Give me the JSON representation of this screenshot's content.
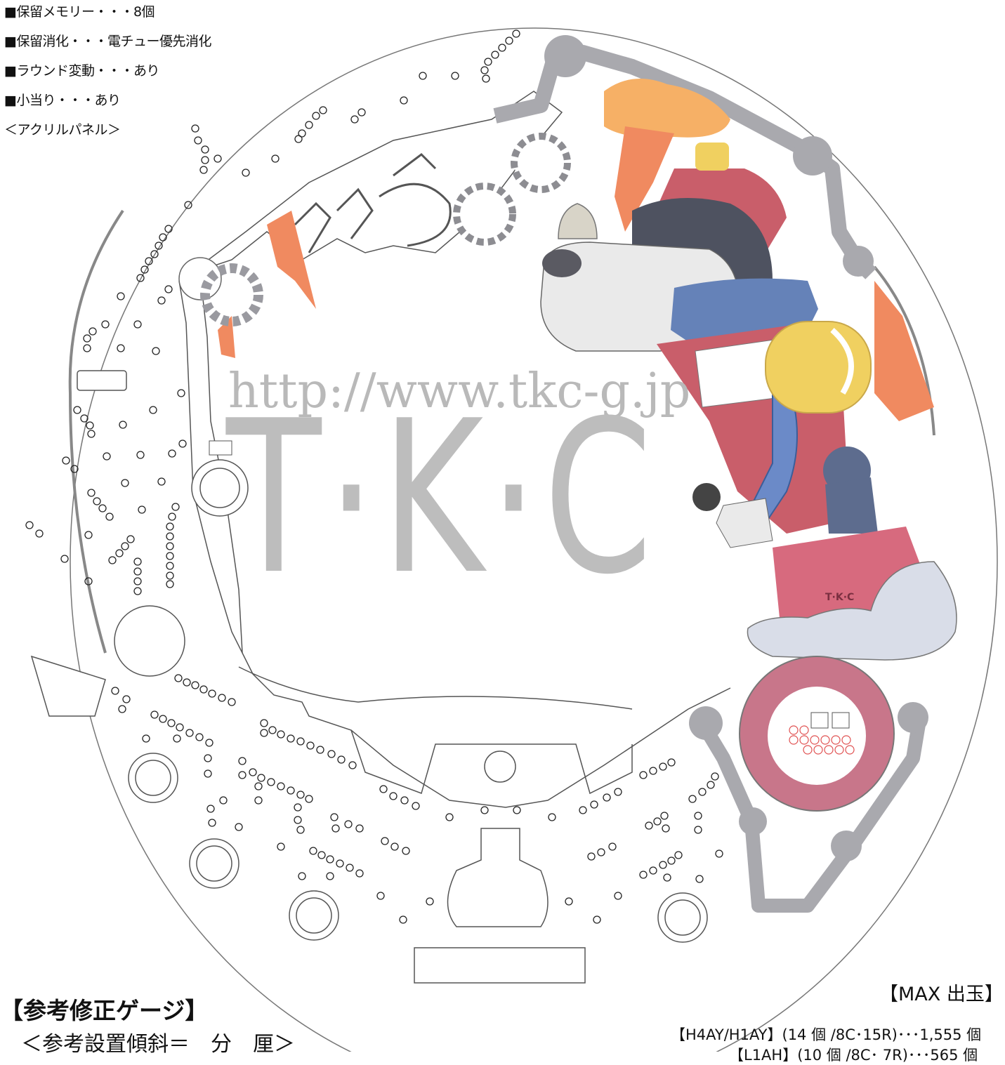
{
  "specs": [
    "■保留メモリー・・・8個",
    "■保留消化・・・電チュー優先消化",
    "■ラウンド変動・・・あり",
    "■小当り・・・あり",
    "＜アクリルパネル＞"
  ],
  "watermark": {
    "url": "http://www.tkc-g.jp",
    "logo": "T·K·C"
  },
  "character_badge": "T·K·C",
  "left_heading": "【参考修正ゲージ】",
  "left_subheading": "＜参考設置傾斜＝　分　厘＞",
  "right_heading": "【MAX 出玉】",
  "payout_lines": [
    "【H4AY/H1AY】(14 個 /8C･15R)･･･1,555 個",
    "【L1AH】(10 個 /8C･ 7R)･･･565 個"
  ],
  "colors": {
    "rail": "#a9a9ae",
    "rail_dark": "#8d8d92",
    "flame": "#f08a60",
    "flame_light": "#f6b066",
    "bear_red": "#c95e6a",
    "bear_blue": "#6582b8",
    "bear_dark": "#4e5260",
    "yellow": "#f0d060",
    "pink": "#d76a7e",
    "cloud": "#d9dde8",
    "attacker_ring": "#c8768a",
    "watermark": "#bdbdbd"
  }
}
